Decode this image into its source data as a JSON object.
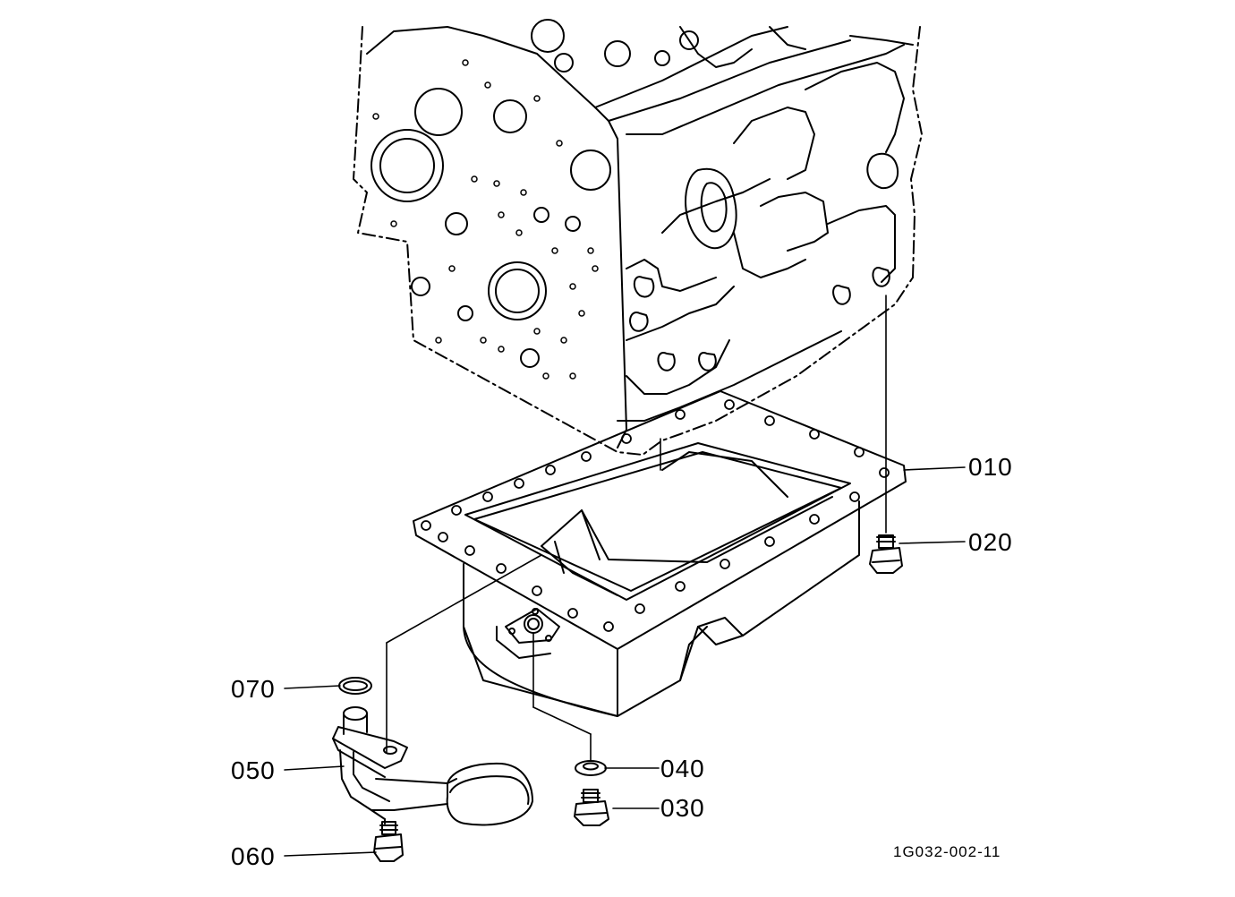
{
  "diagram": {
    "drawing_number": "1G032-002-11",
    "callouts": [
      {
        "id": "010",
        "label": "010"
      },
      {
        "id": "020",
        "label": "020"
      },
      {
        "id": "030",
        "label": "030"
      },
      {
        "id": "040",
        "label": "040"
      },
      {
        "id": "050",
        "label": "050"
      },
      {
        "id": "060",
        "label": "060"
      },
      {
        "id": "070",
        "label": "070"
      }
    ]
  },
  "colors": {
    "ink": "#000000",
    "paper": "#ffffff"
  }
}
